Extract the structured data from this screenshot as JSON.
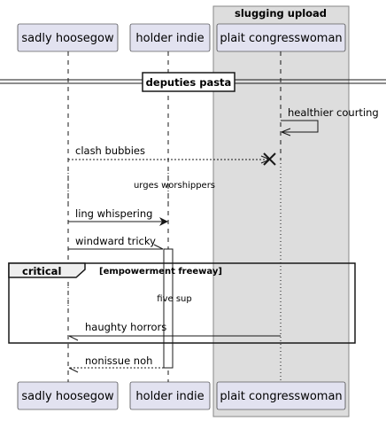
{
  "box": {
    "title": "slugging upload",
    "fill": "#dddddd",
    "border": "#888888"
  },
  "participants": [
    {
      "label": "sadly hoosegow"
    },
    {
      "label": "holder indie"
    },
    {
      "label": "plait congresswoman"
    }
  ],
  "divider": {
    "label": "deputies pasta"
  },
  "messages": [
    {
      "label": "healthier courting",
      "from": "plait congresswoman",
      "to": "plait congresswoman",
      "style": "solid",
      "kind": "self"
    },
    {
      "label": "clash bubbies",
      "from": "sadly hoosegow",
      "to": "plait congresswoman",
      "style": "dotted",
      "kind": "destroy"
    },
    {
      "label": "ling whispering",
      "from": "sadly hoosegow",
      "to": "holder indie",
      "style": "solid",
      "kind": "filled-arrow"
    },
    {
      "label": "windward tricky",
      "from": "sadly hoosegow",
      "to": "holder indie",
      "style": "solid",
      "kind": "half-arrow"
    },
    {
      "label": "haughty horrors",
      "from": "plait congresswoman",
      "to": "sadly hoosegow",
      "style": "solid",
      "kind": "half-arrow"
    },
    {
      "label": "nonissue noh",
      "from": "holder indie",
      "to": "sadly hoosegow",
      "style": "dotted",
      "kind": "half-arrow"
    }
  ],
  "delays": [
    {
      "label": "urges worshippers"
    },
    {
      "label": "five sup"
    }
  ],
  "group": {
    "keyword": "critical",
    "condition": "[empowerment freeway]"
  },
  "colors": {
    "participant_fill": "#e2e2f0",
    "participant_border": "#181818",
    "lifeline": "#181818",
    "arrow": "#181818"
  }
}
